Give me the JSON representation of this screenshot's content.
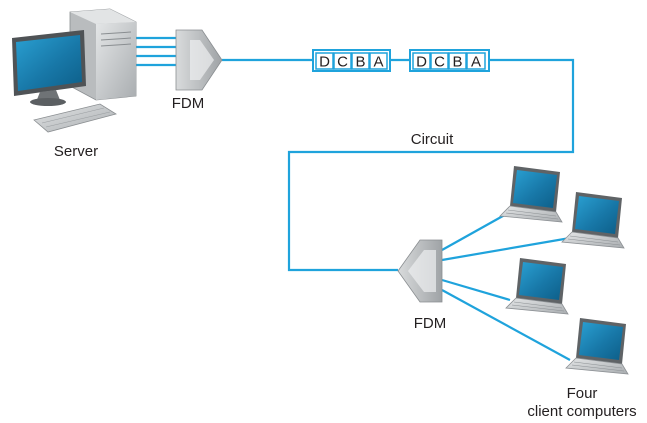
{
  "server_label": "Server",
  "mux_left_label": "FDM",
  "mux_right_label": "FDM",
  "circuit_label": "Circuit",
  "clients_label_line1": "Four",
  "clients_label_line2": "client computers",
  "frames": [
    {
      "slots": [
        "D",
        "C",
        "B",
        "A"
      ]
    },
    {
      "slots": [
        "D",
        "C",
        "B",
        "A"
      ]
    }
  ],
  "colors": {
    "cable": "#1fa3dc",
    "screen": "#1b84b5",
    "device_body": "#c8cbcc",
    "mux_body": "#c4c6c8"
  },
  "icons": [
    "desktop-computer-icon",
    "multiplexer-icon",
    "laptop-icon"
  ]
}
